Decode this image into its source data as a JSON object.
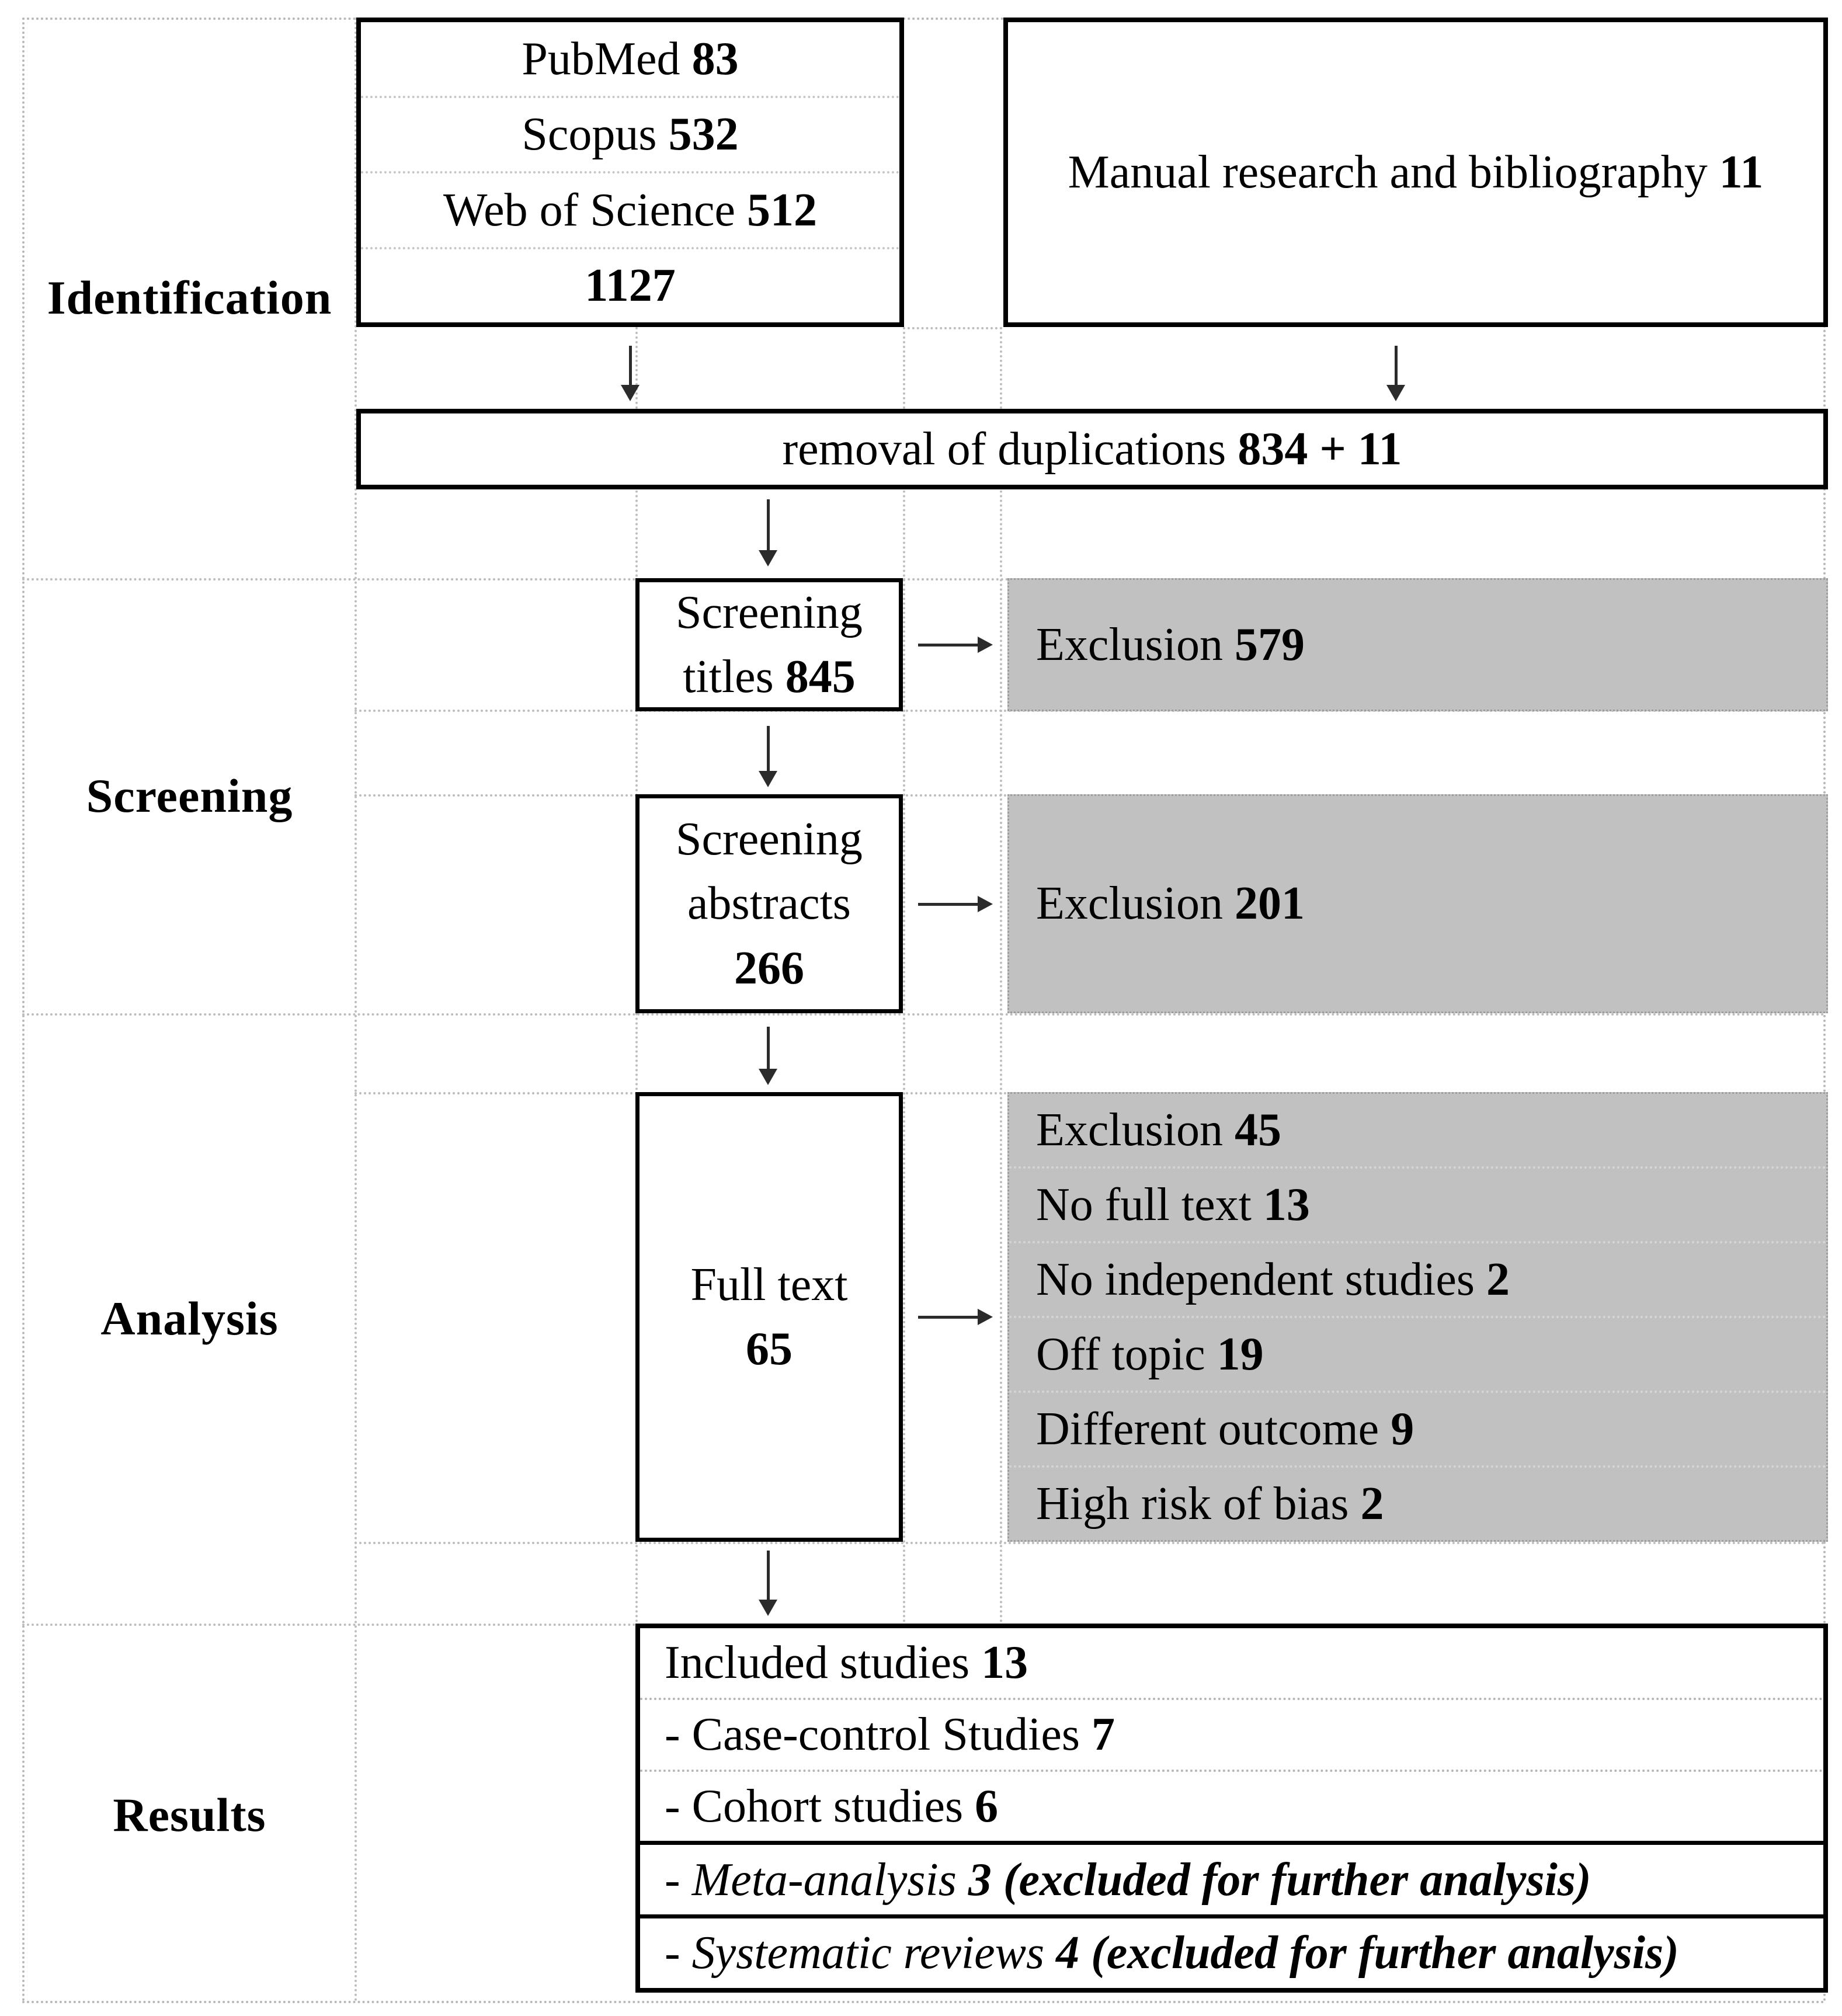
{
  "colors": {
    "exclusion_band_bg": "#c1c1c1",
    "box_border": "#000000",
    "grid_dotted": "#bdbdbd"
  },
  "phases": {
    "identification": "Identification",
    "screening": "Screening",
    "analysis": "Analysis",
    "results": "Results"
  },
  "sources_box": {
    "rows": [
      {
        "lead": "PubMed ",
        "bold": "83"
      },
      {
        "lead": "Scopus ",
        "bold": "532"
      },
      {
        "lead": "Web of Science ",
        "bold": "512"
      },
      {
        "lead": "",
        "bold": "1127"
      }
    ]
  },
  "manual_box": {
    "lead": "Manual research and bibliography ",
    "bold": "11"
  },
  "removal_box": {
    "lead": "removal of duplications ",
    "bold": "834 + 11"
  },
  "screening_titles_box": {
    "line1": "Screening",
    "line2_lead": "titles ",
    "line2_bold": "845"
  },
  "exclusion_titles": {
    "lead": "Exclusion ",
    "bold": "579"
  },
  "screening_abstracts_box": {
    "line1": "Screening",
    "line2": "abstracts",
    "line3_bold": "266"
  },
  "exclusion_abstracts": {
    "lead": "Exclusion ",
    "bold": "201"
  },
  "full_text_box": {
    "line1": "Full text",
    "line2_bold": "65"
  },
  "exclusion_full_text": {
    "rows": [
      {
        "lead": "Exclusion ",
        "bold": "45"
      },
      {
        "lead": "No full text ",
        "bold": "13"
      },
      {
        "lead": "No independent studies ",
        "bold": "2"
      },
      {
        "lead": "Off topic ",
        "bold": "19"
      },
      {
        "lead": "Different outcome ",
        "bold": "9"
      },
      {
        "lead": "High risk of bias ",
        "bold": "2"
      }
    ]
  },
  "results_box": {
    "rows": [
      {
        "lead": "Included studies ",
        "bold": "13"
      },
      {
        "lead": "- Case-control Studies ",
        "bold": "7"
      },
      {
        "lead": "- Cohort studies ",
        "bold": "6"
      },
      {
        "lead": "- Meta-analysis ",
        "bold": "3 (excluded for further analysis)"
      },
      {
        "lead": "- Systematic reviews ",
        "bold": "4 (excluded for further analysis)"
      }
    ]
  }
}
